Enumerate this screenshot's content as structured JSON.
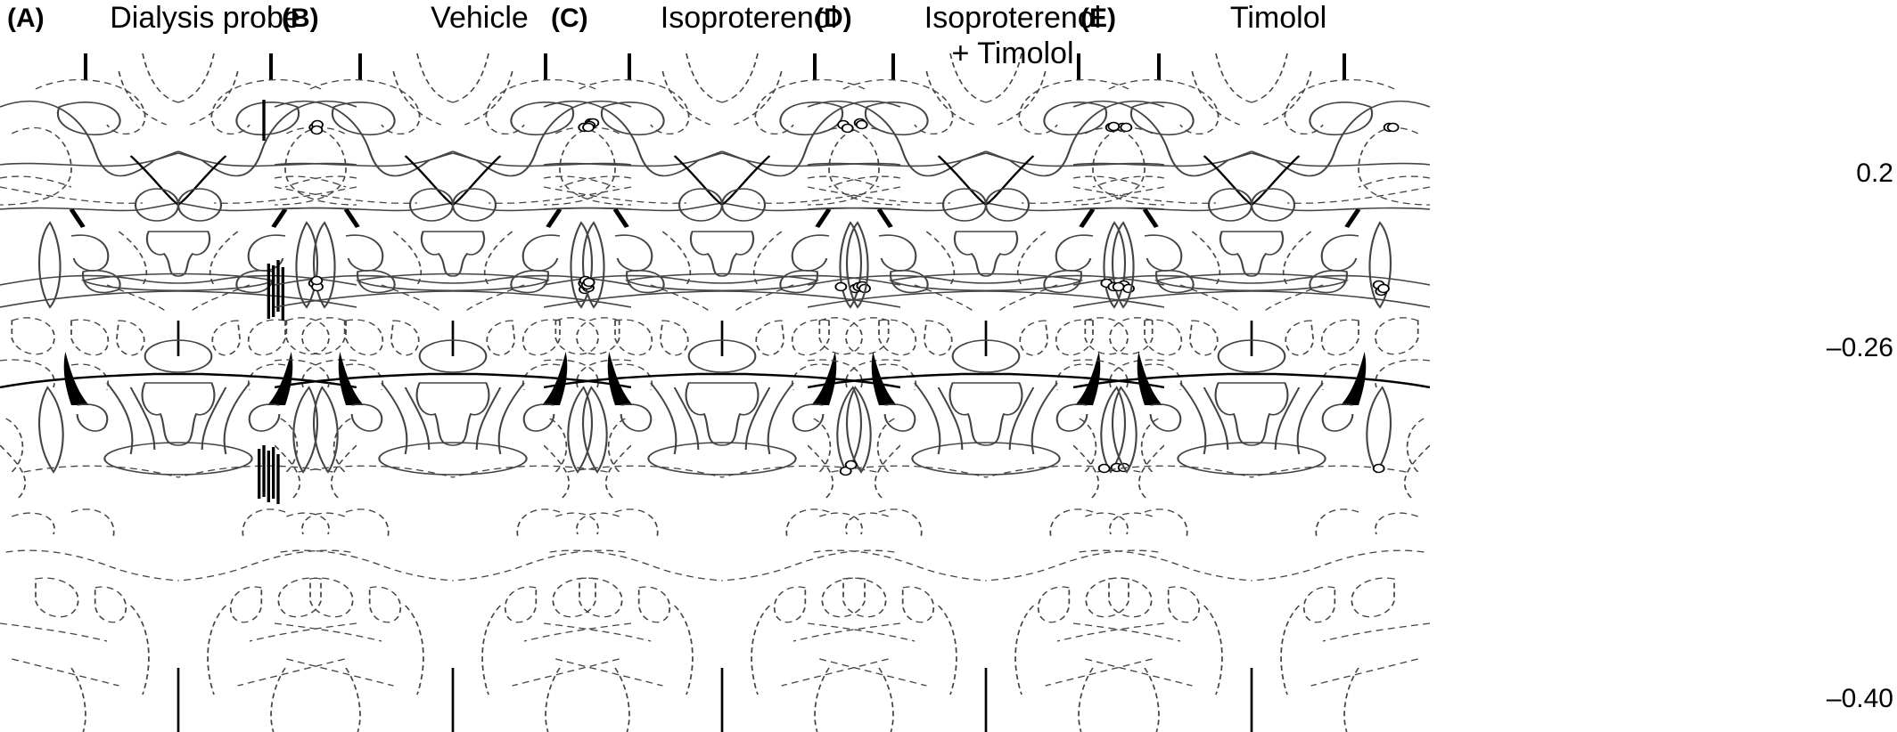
{
  "panels": [
    {
      "letter": "(A)",
      "title": "Dialysis probe",
      "title_line2": "",
      "type": "probes"
    },
    {
      "letter": "(B)",
      "title": "Vehicle",
      "title_line2": "",
      "type": "circles",
      "top": [
        [
          -232,
          -227
        ],
        [
          -228,
          -230
        ],
        [
          -229,
          -224
        ],
        [
          232,
          -232
        ],
        [
          236,
          -232
        ],
        [
          230,
          -229
        ]
      ],
      "mid": [
        [
          -233,
          58
        ],
        [
          -228,
          62
        ],
        [
          -229,
          55
        ],
        [
          222,
          65
        ],
        [
          228,
          63
        ],
        [
          224,
          60
        ]
      ],
      "bot": []
    },
    {
      "letter": "(C)",
      "title": "Isoproterenol",
      "title_line2": "",
      "type": "circles",
      "top": [
        [
          -232,
          -227
        ],
        [
          -225,
          -227
        ],
        [
          232,
          -232
        ],
        [
          235,
          -230
        ]
      ],
      "mid": [
        [
          -232,
          58
        ],
        [
          -230,
          55
        ],
        [
          -227,
          60
        ],
        [
          -224,
          57
        ],
        [
          224,
          64
        ],
        [
          230,
          62
        ],
        [
          236,
          61
        ],
        [
          240,
          64
        ]
      ],
      "bot": []
    },
    {
      "letter": "(D)",
      "title": "Isoproterenol",
      "title_line2": "+ Timolol",
      "type": "circles",
      "top": [
        [
          -240,
          -230
        ],
        [
          -233,
          -226
        ],
        [
          230,
          -227
        ],
        [
          236,
          -227
        ]
      ],
      "mid": [
        [
          -244,
          62
        ],
        [
          232,
          60
        ],
        [
          240,
          64
        ]
      ],
      "bot": [
        [
          -236,
          469
        ],
        [
          -227,
          462
        ],
        [
          220,
          465
        ],
        [
          232,
          465
        ]
      ]
    },
    {
      "letter": "(E)",
      "title": "Timolol",
      "title_line2": "",
      "type": "circles",
      "top": [
        [
          -236,
          -227
        ],
        [
          -232,
          -228
        ],
        [
          232,
          -227
        ],
        [
          238,
          -227
        ]
      ],
      "mid": [
        [
          -244,
          58
        ],
        [
          -232,
          62
        ],
        [
          -224,
          62
        ],
        [
          214,
          60
        ],
        [
          218,
          67
        ],
        [
          222,
          64
        ]
      ],
      "bot": [
        [
          -248,
          466
        ],
        [
          214,
          466
        ]
      ]
    }
  ],
  "scale": {
    "top": "0.2",
    "middle": "–0.26",
    "bottom": "–0.40"
  },
  "colors": {
    "line": "#444444",
    "ink": "#000000"
  }
}
